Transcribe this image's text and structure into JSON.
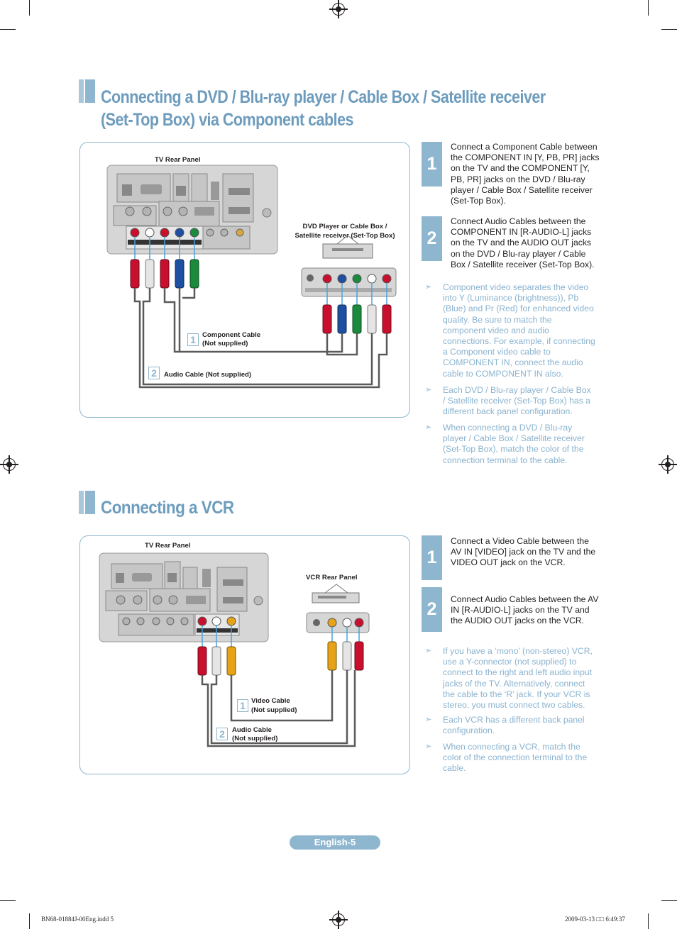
{
  "section1": {
    "title_line1": "Connecting a DVD / Blu-ray player / Cable Box / Satellite receiver",
    "title_line2": "(Set-Top Box) via Component cables",
    "diagram": {
      "tv_label": "TV Rear Panel",
      "device_label_line1": "DVD Player or Cable Box /",
      "device_label_line2": "Satellite receiver (Set-Top Box)",
      "cable1_number": "1",
      "cable1_line1": "Component Cable",
      "cable1_line2": "(Not supplied)",
      "cable2_number": "2",
      "cable2_label": "Audio Cable (Not supplied)"
    },
    "steps": [
      {
        "number": "1",
        "text": "Connect a Component Cable between the COMPONENT IN [Y, PB, PR] jacks on the TV and the COMPONENT [Y, PB, PR] jacks on the DVD / Blu-ray player / Cable Box / Satellite receiver (Set-Top Box)."
      },
      {
        "number": "2",
        "text": "Connect Audio Cables between the COMPONENT IN [R-AUDIO-L] jacks on the TV and the AUDIO OUT jacks on the DVD / Blu-ray player / Cable Box / Satellite receiver (Set-Top Box)."
      }
    ],
    "notes": [
      "Component video separates the video into Y (Luminance (brightness)), Pb (Blue) and Pr (Red) for enhanced video quality. Be sure to match the component video and audio connections. For example, if connecting a Component video cable to COMPONENT IN, connect the audio cable to COMPONENT IN also.",
      "Each DVD / Blu-ray player / Cable Box / Satellite receiver (Set-Top Box) has a different back panel configuration.",
      "When connecting a DVD / Blu-ray player / Cable Box / Satellite receiver (Set-Top Box), match the color of the connection terminal to the cable."
    ]
  },
  "section2": {
    "title": "Connecting a VCR",
    "diagram": {
      "tv_label": "TV Rear Panel",
      "device_label": "VCR Rear Panel",
      "cable1_number": "1",
      "cable1_line1": "Video Cable",
      "cable1_line2": "(Not supplied)",
      "cable2_number": "2",
      "cable2_line1": "Audio Cable",
      "cable2_line2": "(Not supplied)"
    },
    "steps": [
      {
        "number": "1",
        "text": "Connect a Video Cable between the AV IN [VIDEO] jack on the TV and the VIDEO OUT jack on the VCR."
      },
      {
        "number": "2",
        "text": "Connect Audio Cables between the AV IN [R-AUDIO-L] jacks on the TV and the AUDIO OUT jacks on the VCR."
      }
    ],
    "notes": [
      "If you have a ‘mono’ (non-stereo) VCR, use a Y-connector (not supplied) to connect to the right and left audio input jacks of the TV. Alternatively, connect the cable to the ‘R’ jack. If your VCR is stereo, you must connect two cables.",
      "Each VCR has a different back panel configuration.",
      "When connecting a VCR, match the color of the connection terminal to the cable."
    ]
  },
  "note_marker": "➣",
  "footer": {
    "page": "English-5",
    "file": "BN68-01884J-00Eng.indd   5",
    "timestamp": "2009-03-13   □□ 6:49:37"
  },
  "colors": {
    "accent": "#8fb6cf",
    "title": "#6d9cbd",
    "note": "#8ab3cf",
    "cable_red": "#c8102e",
    "cable_white": "#e5e5e5",
    "cable_blue": "#1f4fa0",
    "cable_green": "#1c8a3c",
    "cable_yellow": "#e6a317",
    "wire": "#5a5a5a"
  }
}
